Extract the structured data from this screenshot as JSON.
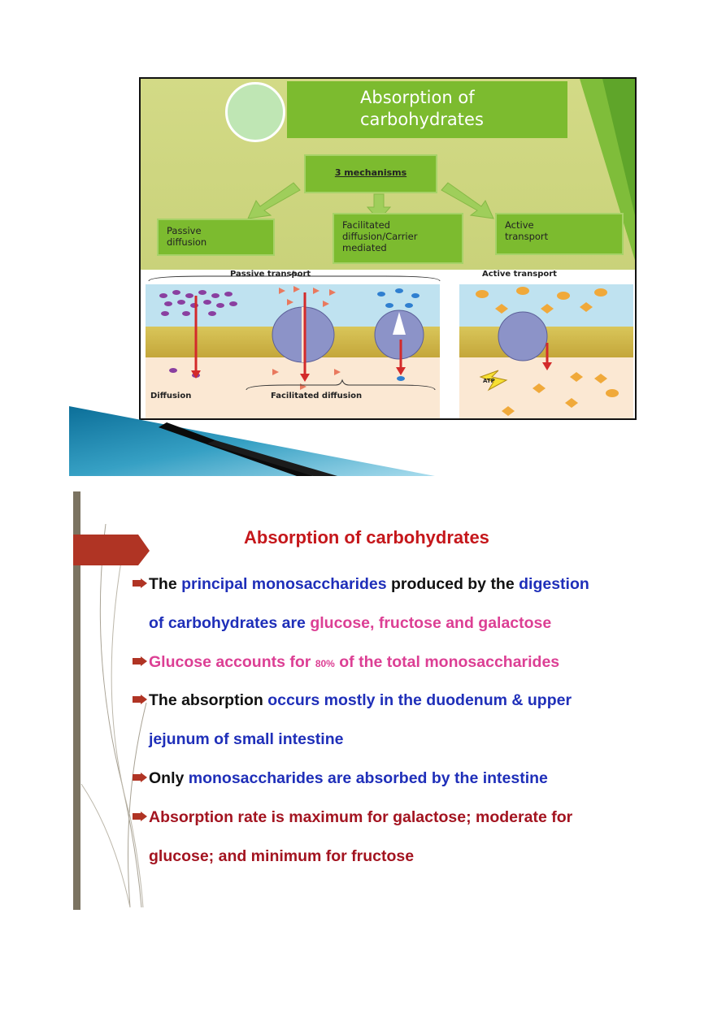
{
  "slide1": {
    "title_line1": "Absorption of",
    "title_line2": "carbohydrates",
    "mechanisms": "3 mechanisms",
    "box_passive": "Passive\ndiffusion",
    "box_facilitated": "Facilitated\ndiffusion/Carrier\nmediated",
    "box_active": "Active\ntransport",
    "passive_transport_label": "Passive transport",
    "active_transport_label": "Active transport",
    "diffusion_label": "Diffusion",
    "facilitated_diffusion_label": "Facilitated diffusion",
    "atp_label": "ATP"
  },
  "slide2": {
    "title": "Absorption of carbohydrates",
    "b1_p1": "The ",
    "b1_p2": "principal monosaccharides ",
    "b1_p3": "produced by the ",
    "b1_p4": "digestion",
    "b1_c1": "of carbohydrates are ",
    "b1_c2": "glucose, fructose and galactose",
    "b2_p1": "Glucose accounts for ",
    "b2_p2": "80%",
    "b2_p3": " of the total monosaccharides",
    "b3_p1": "The absorption ",
    "b3_p2": "occurs mostly in the duodenum & upper",
    "b3_c1": "jejunum of small intestine",
    "b4_p1": "Only ",
    "b4_p2": "monosaccharides are absorbed by the intestine",
    "b5_p1": "Absorption rate is maximum for galactose; moderate for",
    "b5_c1": "glucose; and minimum for fructose"
  },
  "colors": {
    "title_red": "#c5171b",
    "blue": "#1f2fb9",
    "pink": "#dc3f94",
    "dark_red": "#a31420",
    "slide1_green": "#7cbb2f"
  }
}
